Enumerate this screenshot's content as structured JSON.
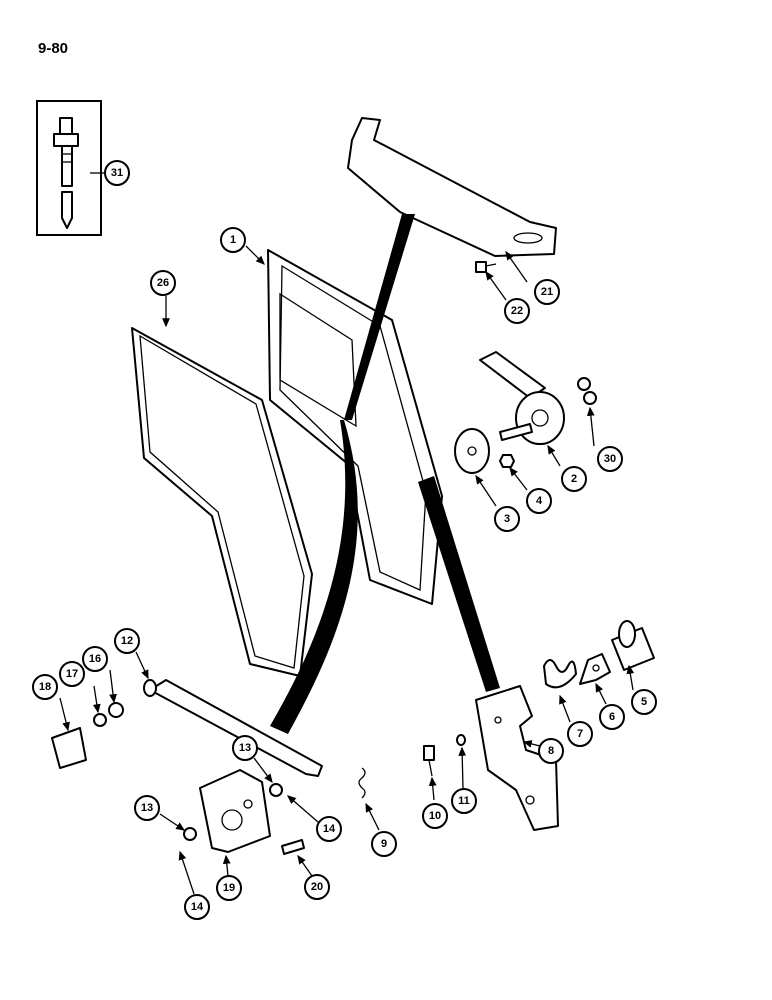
{
  "page": {
    "number": "9-80"
  },
  "callouts": {
    "c1": "1",
    "c2": "2",
    "c3": "3",
    "c4": "4",
    "c5": "5",
    "c6": "6",
    "c7": "7",
    "c8": "8",
    "c9": "9",
    "c10": "10",
    "c11": "11",
    "c12": "12",
    "c13a": "13",
    "c13b": "13",
    "c14a": "14",
    "c14b": "14",
    "c16": "16",
    "c17": "17",
    "c18": "18",
    "c19": "19",
    "c20": "20",
    "c21": "21",
    "c22": "22",
    "c26": "26",
    "c30": "30",
    "c31": "31"
  }
}
